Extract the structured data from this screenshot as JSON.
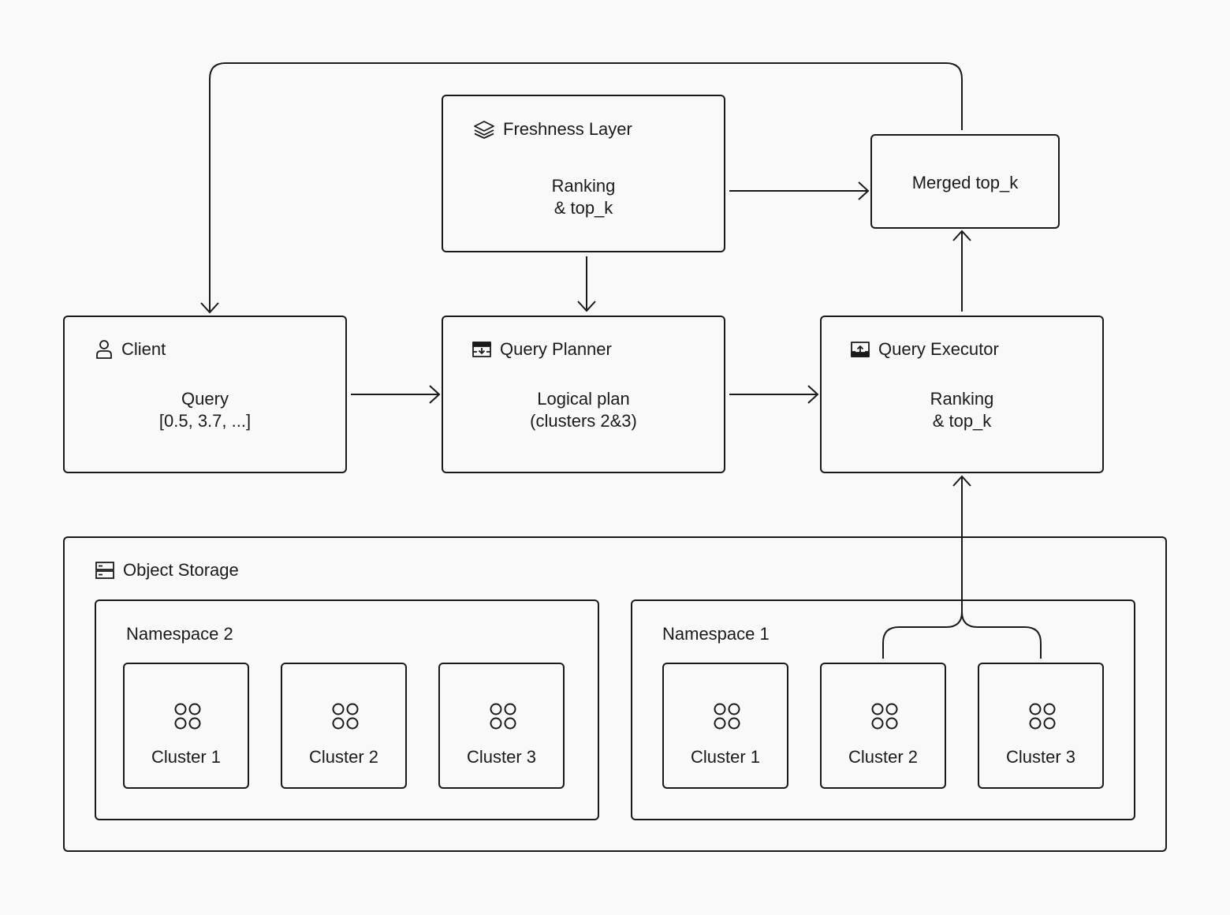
{
  "freshness_layer": {
    "title": "Freshness Layer",
    "body_line1": "Ranking",
    "body_line2": "& top_k",
    "icon": "layers-icon"
  },
  "merged_topk": {
    "label": "Merged top_k"
  },
  "client": {
    "title": "Client",
    "body_line1": "Query",
    "body_line2": "[0.5, 3.7, ...]",
    "icon": "user-icon"
  },
  "query_planner": {
    "title": "Query Planner",
    "body_line1": "Logical plan",
    "body_line2": "(clusters 2&3)",
    "icon": "tray-download-icon"
  },
  "query_executor": {
    "title": "Query Executor",
    "body_line1": "Ranking",
    "body_line2": "& top_k",
    "icon": "tray-upload-icon"
  },
  "object_storage": {
    "title": "Object Storage",
    "icon": "server-icon",
    "namespaces": [
      {
        "title": "Namespace 2",
        "clusters": [
          "Cluster 1",
          "Cluster 2",
          "Cluster 3"
        ]
      },
      {
        "title": "Namespace 1",
        "clusters": [
          "Cluster 1",
          "Cluster 2",
          "Cluster 3"
        ]
      }
    ]
  },
  "colors": {
    "stroke": "#1a1a1a",
    "background": "#f9f9f9"
  }
}
